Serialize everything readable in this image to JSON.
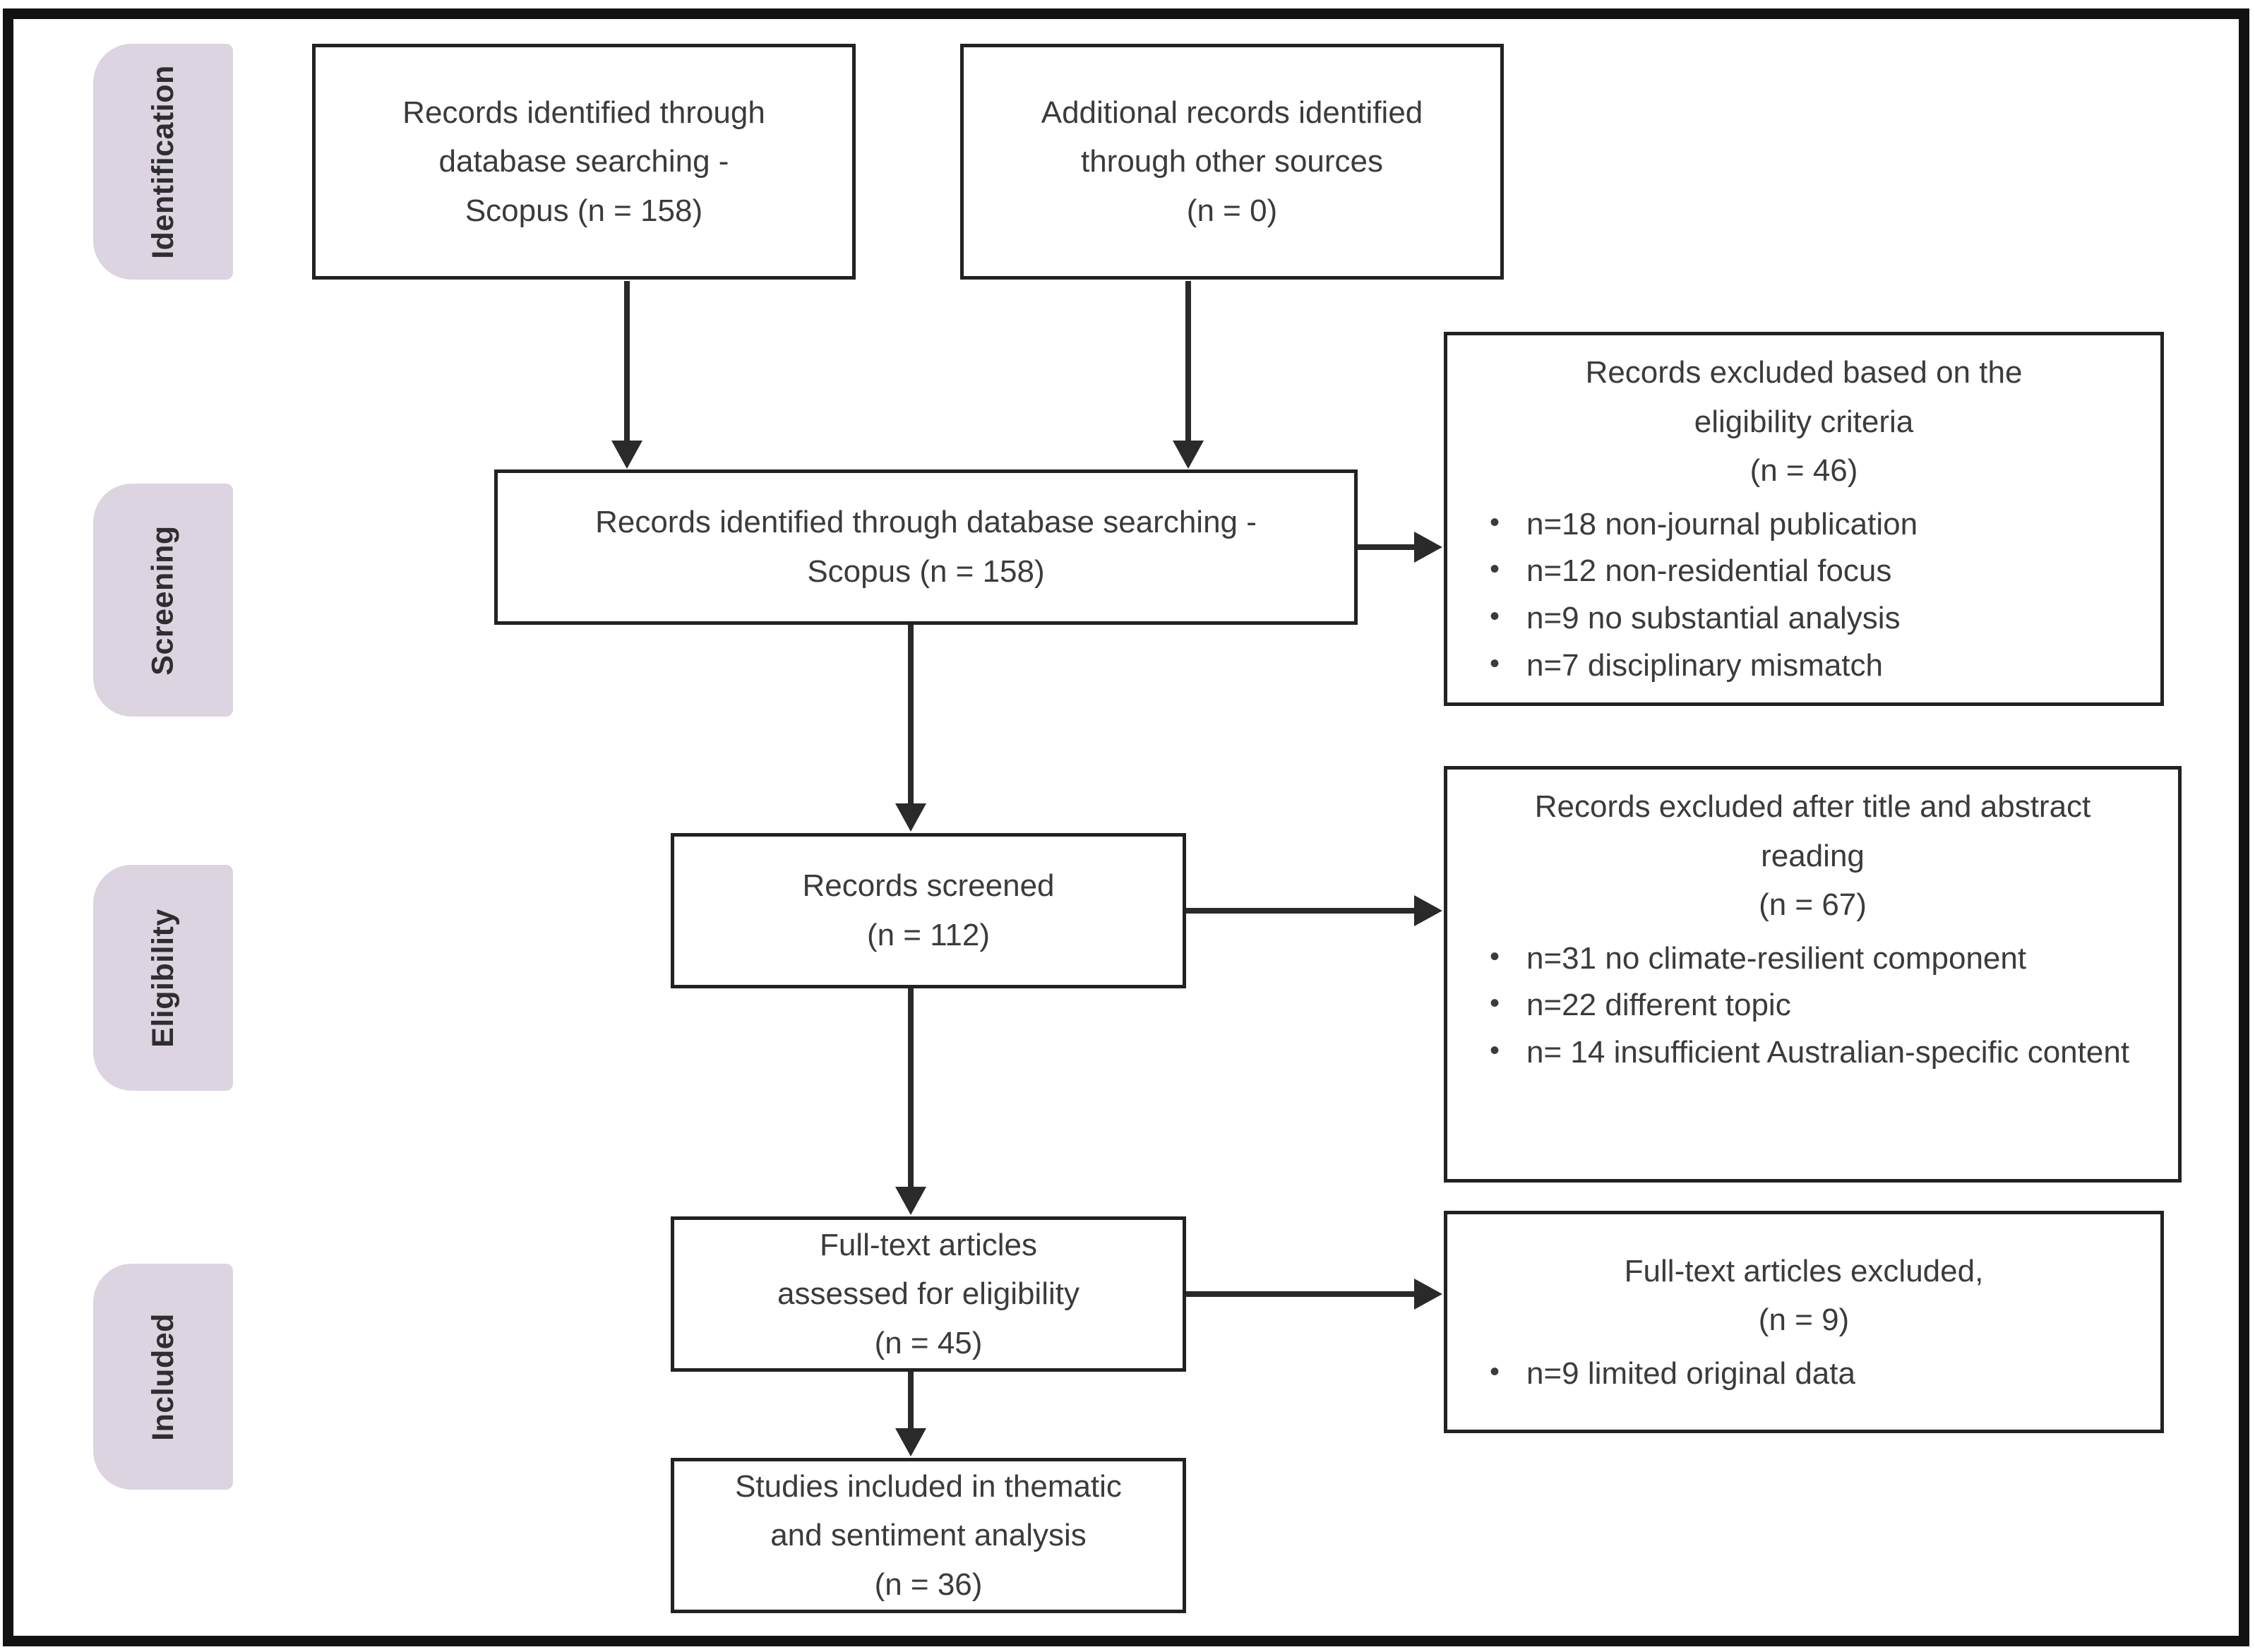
{
  "colors": {
    "stage_fill": "#DCD4E1",
    "box_border": "#222222",
    "text": "#3B3B3B",
    "arrow": "#2A2A2A",
    "background": "#FFFFFF"
  },
  "stages": [
    {
      "id": "identification",
      "label": "Identification"
    },
    {
      "id": "screening",
      "label": "Screening"
    },
    {
      "id": "eligibility",
      "label": "Eligibility"
    },
    {
      "id": "included",
      "label": "Included"
    }
  ],
  "boxes": {
    "identified_db": {
      "text": "Records identified through\ndatabase searching -\nScopus (n = 158)"
    },
    "additional_sources": {
      "text": "Additional records identified\nthrough other sources\n(n = 0)"
    },
    "combined_records": {
      "text": "Records identified through database searching -\nScopus (n = 158)"
    },
    "records_screened": {
      "text": "Records screened\n(n = 112)"
    },
    "fulltext_assessed": {
      "text": "Full-text articles\nassessed for eligibility\n(n = 45)"
    },
    "studies_included": {
      "text": "Studies included in thematic\nand sentiment analysis\n(n = 36)"
    },
    "excluded_eligibility": {
      "title": "Records excluded based on the\neligibility criteria\n(n = 46)",
      "bullets": [
        "n=18 non-journal publication",
        "n=12 non-residential focus",
        "n=9 no substantial analysis",
        "n=7 disciplinary mismatch"
      ]
    },
    "excluded_title_abstract": {
      "title": "Records excluded after title and abstract\nreading\n(n = 67)",
      "bullets": [
        "n=31 no climate-resilient component",
        "n=22 different topic",
        "n= 14 insufficient Australian-specific content"
      ]
    },
    "excluded_fulltext": {
      "title": "Full-text articles excluded,\n(n = 9)",
      "bullets": [
        "n=9 limited original data"
      ]
    }
  }
}
